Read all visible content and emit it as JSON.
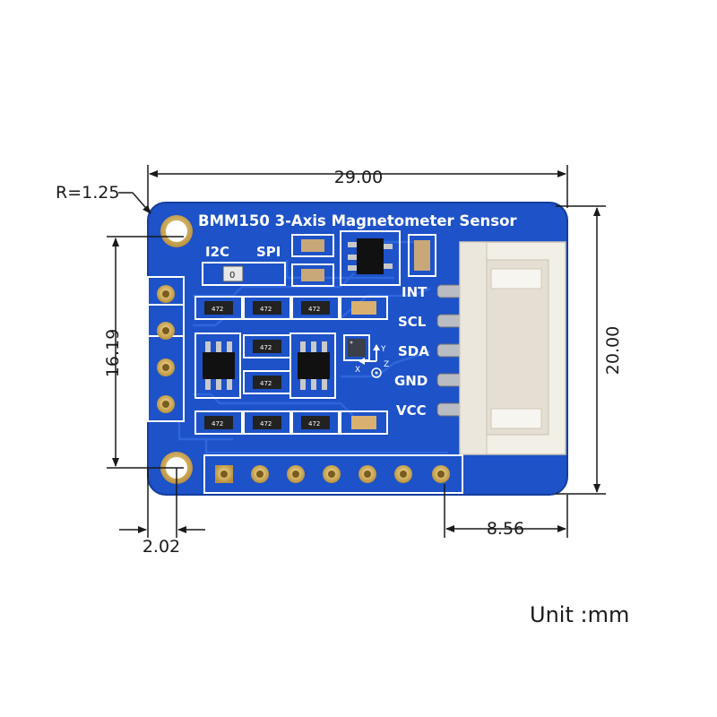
{
  "board": {
    "title": "BMM150 3-Axis Magnetometer Sensor",
    "interface_labels": [
      "I2C",
      "SPI"
    ],
    "jumper_value": "0",
    "pin_labels": [
      "INT",
      "SCL",
      "SDA",
      "GND",
      "VCC"
    ],
    "axis_labels": [
      "Y",
      "X",
      "Z"
    ],
    "resistor_value": "472",
    "colors": {
      "pcb": "#1d52c8",
      "pcb_edge": "#153e9c",
      "gold": "#d8b25a",
      "connector": "#f2efe6",
      "silk": "#ffffff"
    }
  },
  "dimensions": {
    "width": "29.00",
    "height": "20.00",
    "hole_spacing": "16.19",
    "hole_offset": "2.02",
    "connector_offset": "8.56",
    "corner_radius": "R=1.25"
  },
  "unit": "Unit :mm"
}
